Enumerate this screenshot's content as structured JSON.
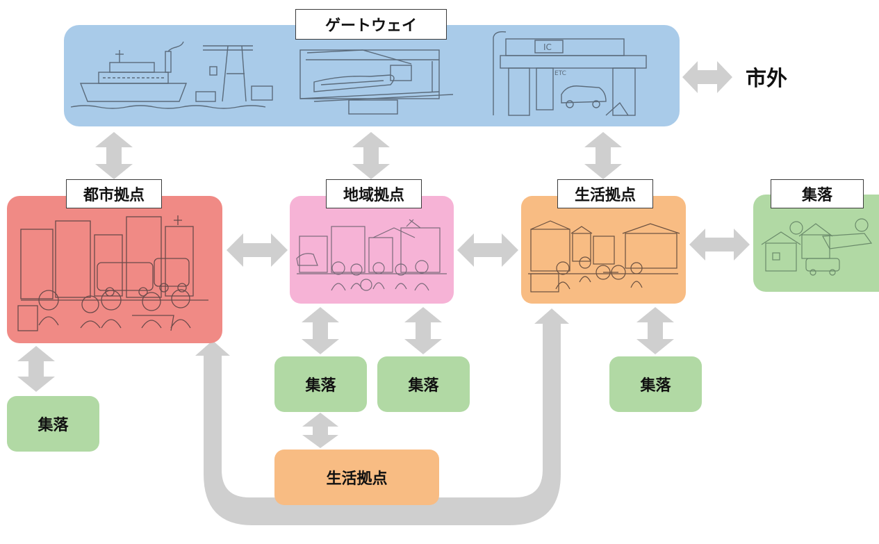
{
  "gateway": {
    "label": "ゲートウェイ",
    "color": "#a9cbe9",
    "ic_sign": "IC",
    "etc_sign": "ETC"
  },
  "outside": {
    "label": "市外"
  },
  "urban_hub": {
    "label": "都市拠点",
    "color": "#f08a85"
  },
  "regional_hub": {
    "label": "地域拠点",
    "color": "#f6b3d6"
  },
  "living_hub_top": {
    "label": "生活拠点",
    "color": "#f8bc83"
  },
  "settlement_right": {
    "label": "集落"
  },
  "settlement_urban": {
    "label": "集落"
  },
  "settlement_regional_1": {
    "label": "集落"
  },
  "settlement_regional_2": {
    "label": "集落"
  },
  "settlement_living": {
    "label": "集落"
  },
  "living_hub_bottom": {
    "label": "生活拠点"
  },
  "colors": {
    "settlement": "#b1d9a4",
    "arrow": "#cfcfcf",
    "line_art": "#555555"
  }
}
